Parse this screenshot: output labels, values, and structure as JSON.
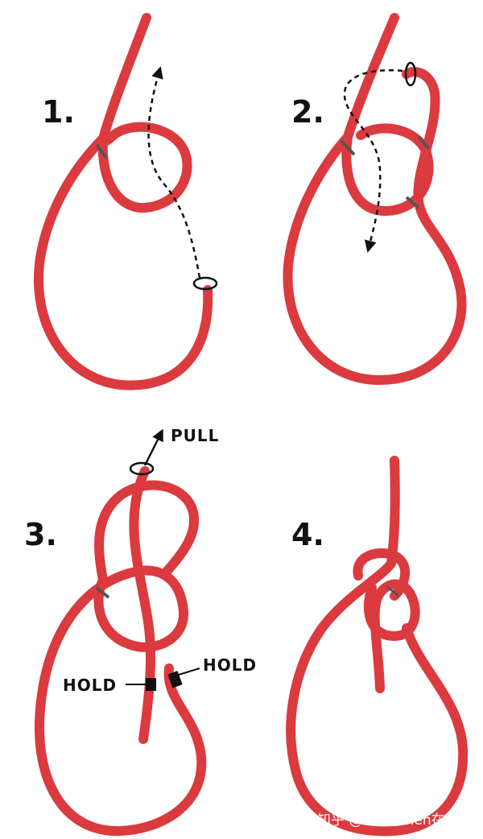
{
  "steps": [
    {
      "number": "1."
    },
    {
      "number": "2."
    },
    {
      "number": "3."
    },
    {
      "number": "4."
    }
  ],
  "labels": {
    "pull": "PULL",
    "hold_left": "HOLD",
    "hold_right": "HOLD"
  },
  "watermark": {
    "text": "知乎 @Chenchen在荒野"
  },
  "colors": {
    "rope": "#db3a3f",
    "rope_shadow": "#b92a2f",
    "ink": "#111111"
  }
}
